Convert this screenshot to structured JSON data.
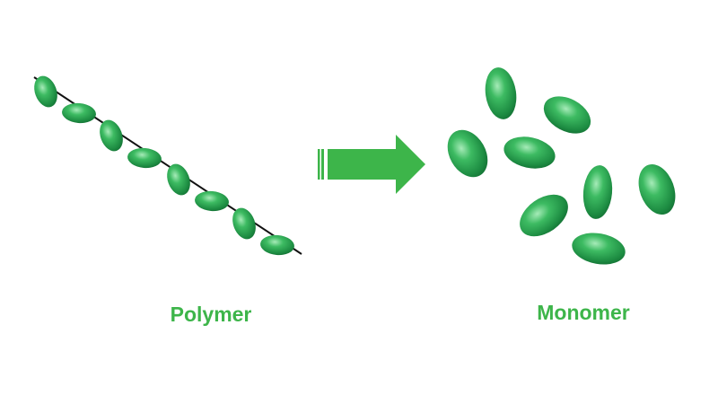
{
  "labels": {
    "polymer": "Polymer",
    "monomer": "Monomer"
  },
  "colors": {
    "accent": "#3db54a",
    "bead_light": "#8fe0a6",
    "bead_mid": "#2fae55",
    "bead_dark": "#137a38",
    "chain": "#111111"
  },
  "polymer": {
    "bead_count": 8
  },
  "monomer": {
    "count": 8
  }
}
